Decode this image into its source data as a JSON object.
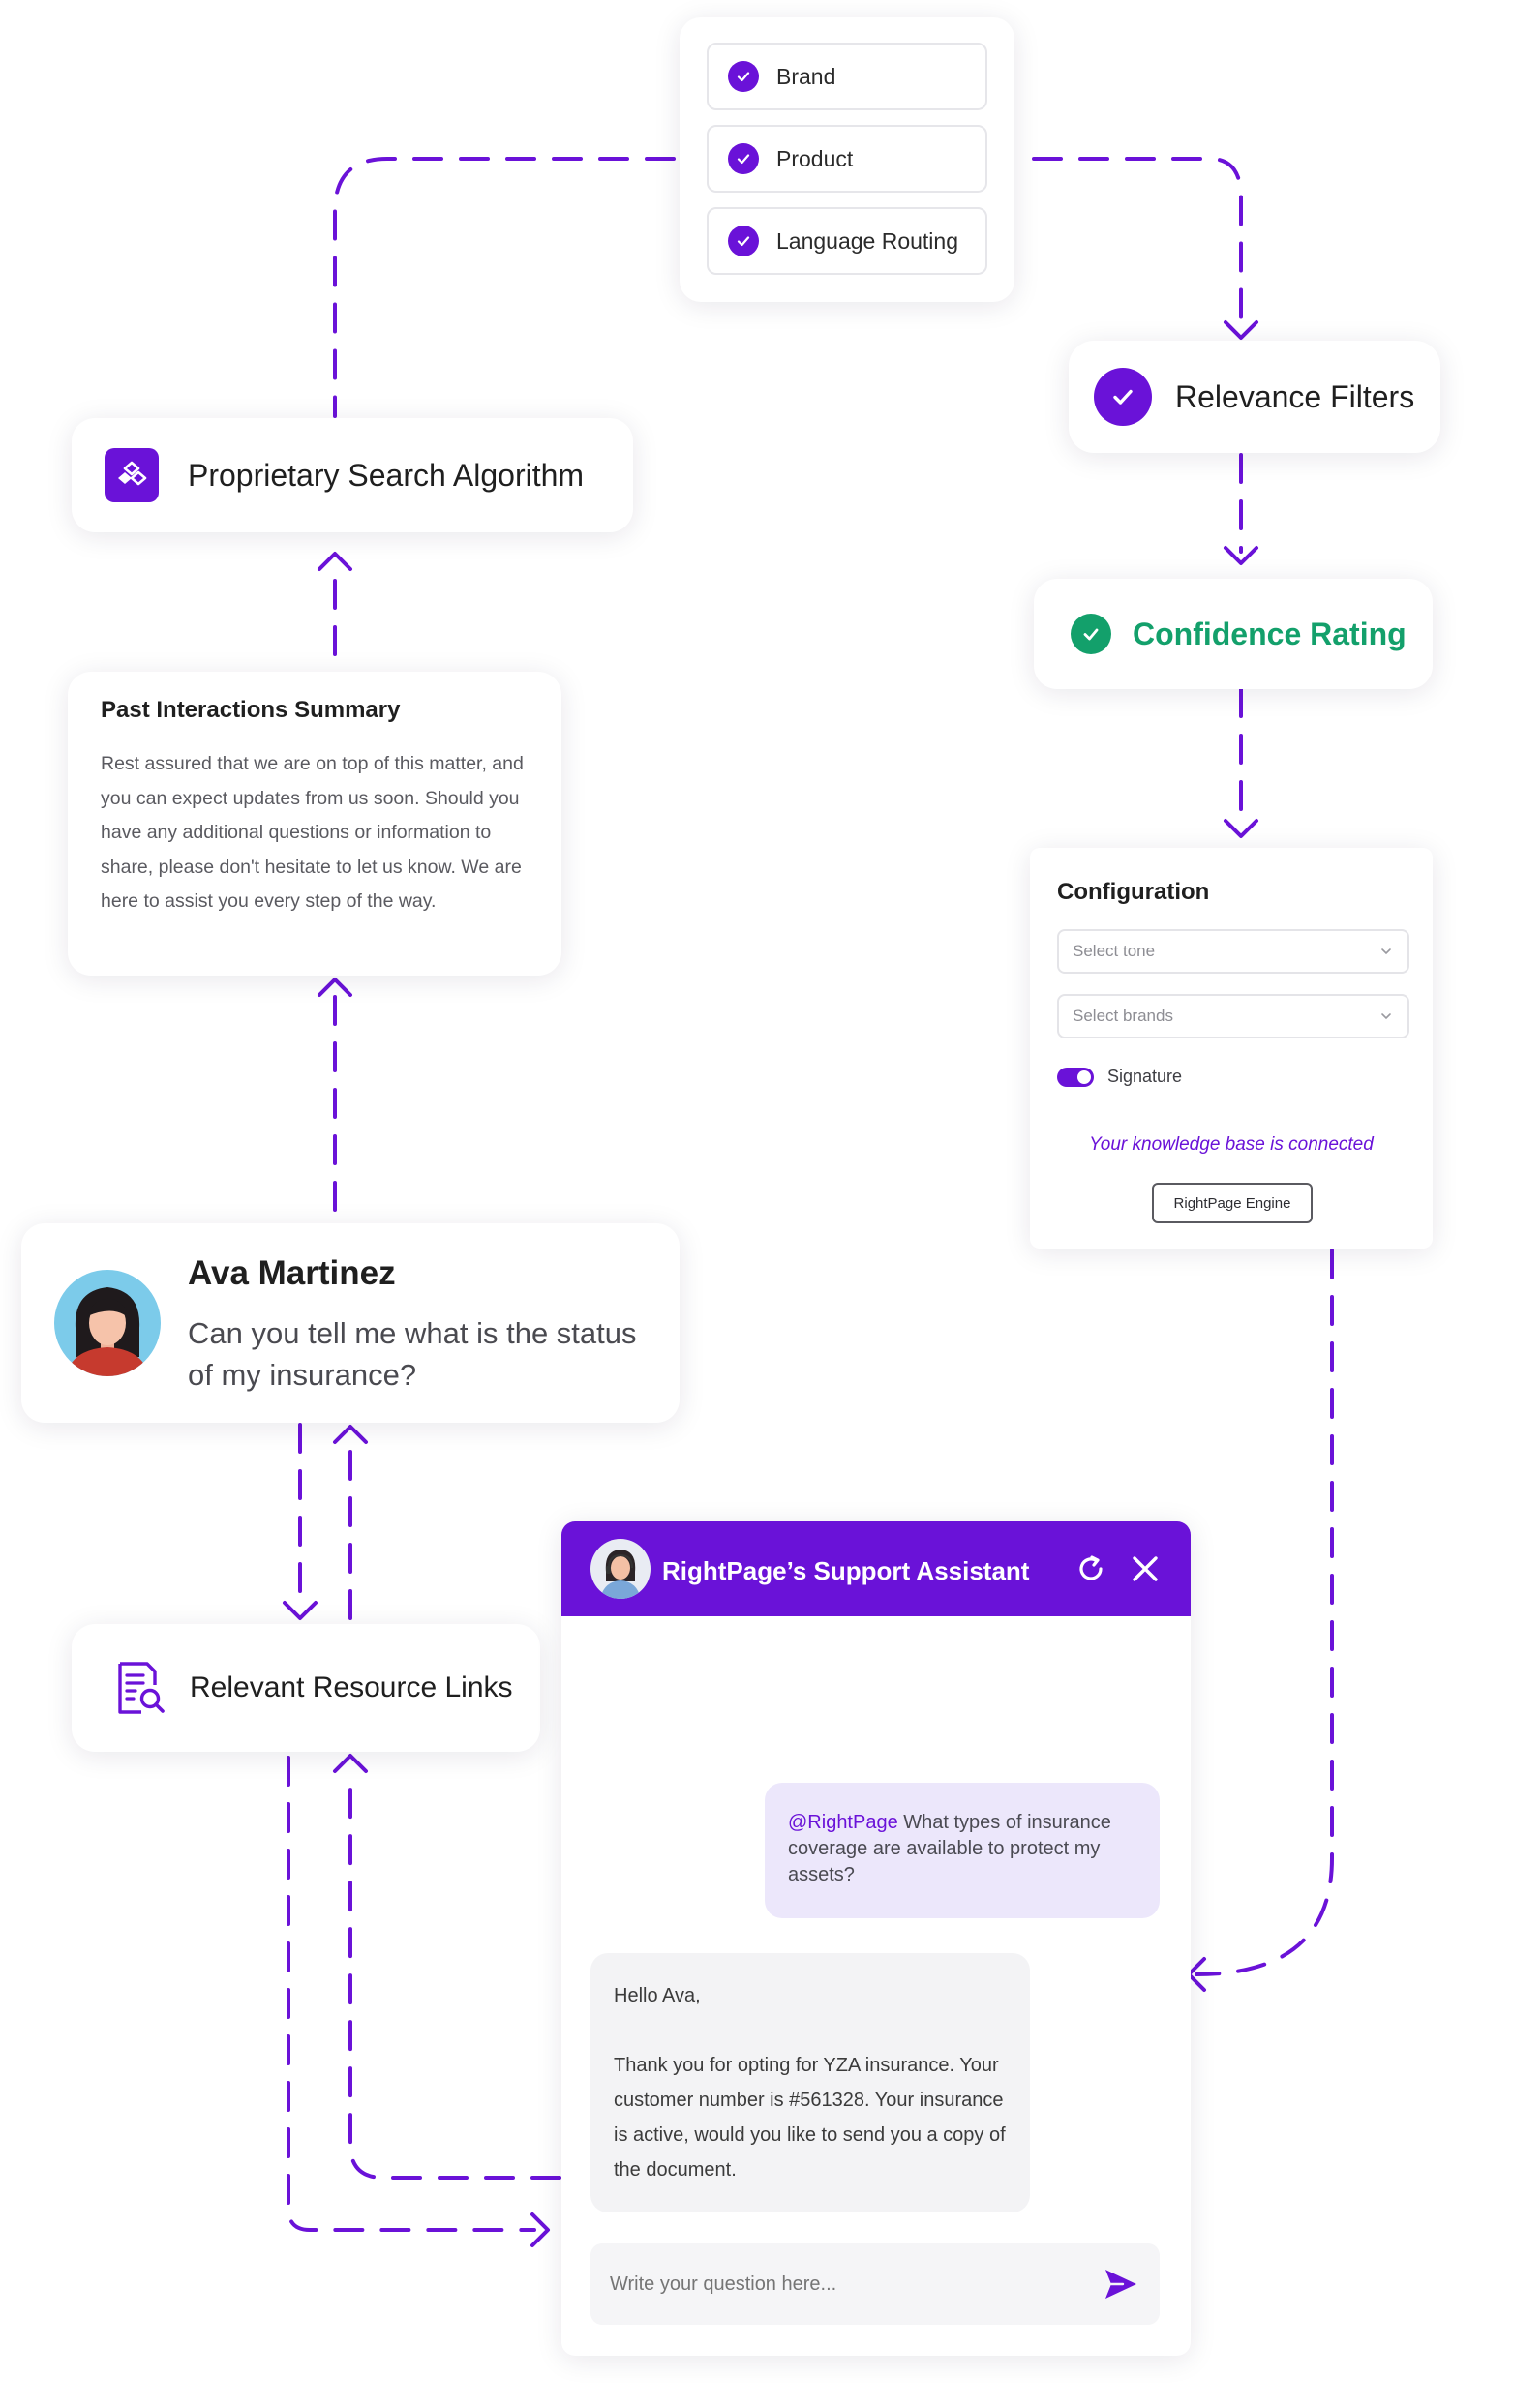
{
  "checklist": {
    "items": [
      {
        "label": "Brand"
      },
      {
        "label": "Product"
      },
      {
        "label": "Language Routing"
      }
    ]
  },
  "relevance": {
    "label": "Relevance Filters"
  },
  "algorithm": {
    "label": "Proprietary Search Algorithm"
  },
  "confidence": {
    "label": "Confidence Rating"
  },
  "summary": {
    "title": "Past Interactions Summary",
    "body": "Rest assured that we are on top of this matter, and you can expect updates from us soon. Should you have any additional questions or information to share, please don't hesitate to let us know. We are here to assist you every step of the way."
  },
  "config": {
    "title": "Configuration",
    "tone_placeholder": "Select tone",
    "brands_placeholder": "Select brands",
    "signature_label": "Signature",
    "status": "Your knowledge base is connected",
    "engine_button": "RightPage Engine"
  },
  "customer": {
    "name": "Ava Martinez",
    "question": "Can you tell me what is the status of my insurance?"
  },
  "resources": {
    "label": "Relevant Resource Links"
  },
  "chat": {
    "title": "RightPage’s Support Assistant",
    "user_mention": "@RightPage",
    "user_message": " What types of insurance coverage are available to protect my assets?",
    "reply_greeting": "Hello Ava,",
    "reply_body": "Thank you for opting for YZA insurance. Your customer number is #561328. Your insurance is active, would you like to send you a copy of the document.",
    "input_placeholder": "Write your question here..."
  },
  "colors": {
    "accent": "#6a12d8",
    "confidence_green": "#13a06b",
    "status_purple": "#6a12d8"
  }
}
